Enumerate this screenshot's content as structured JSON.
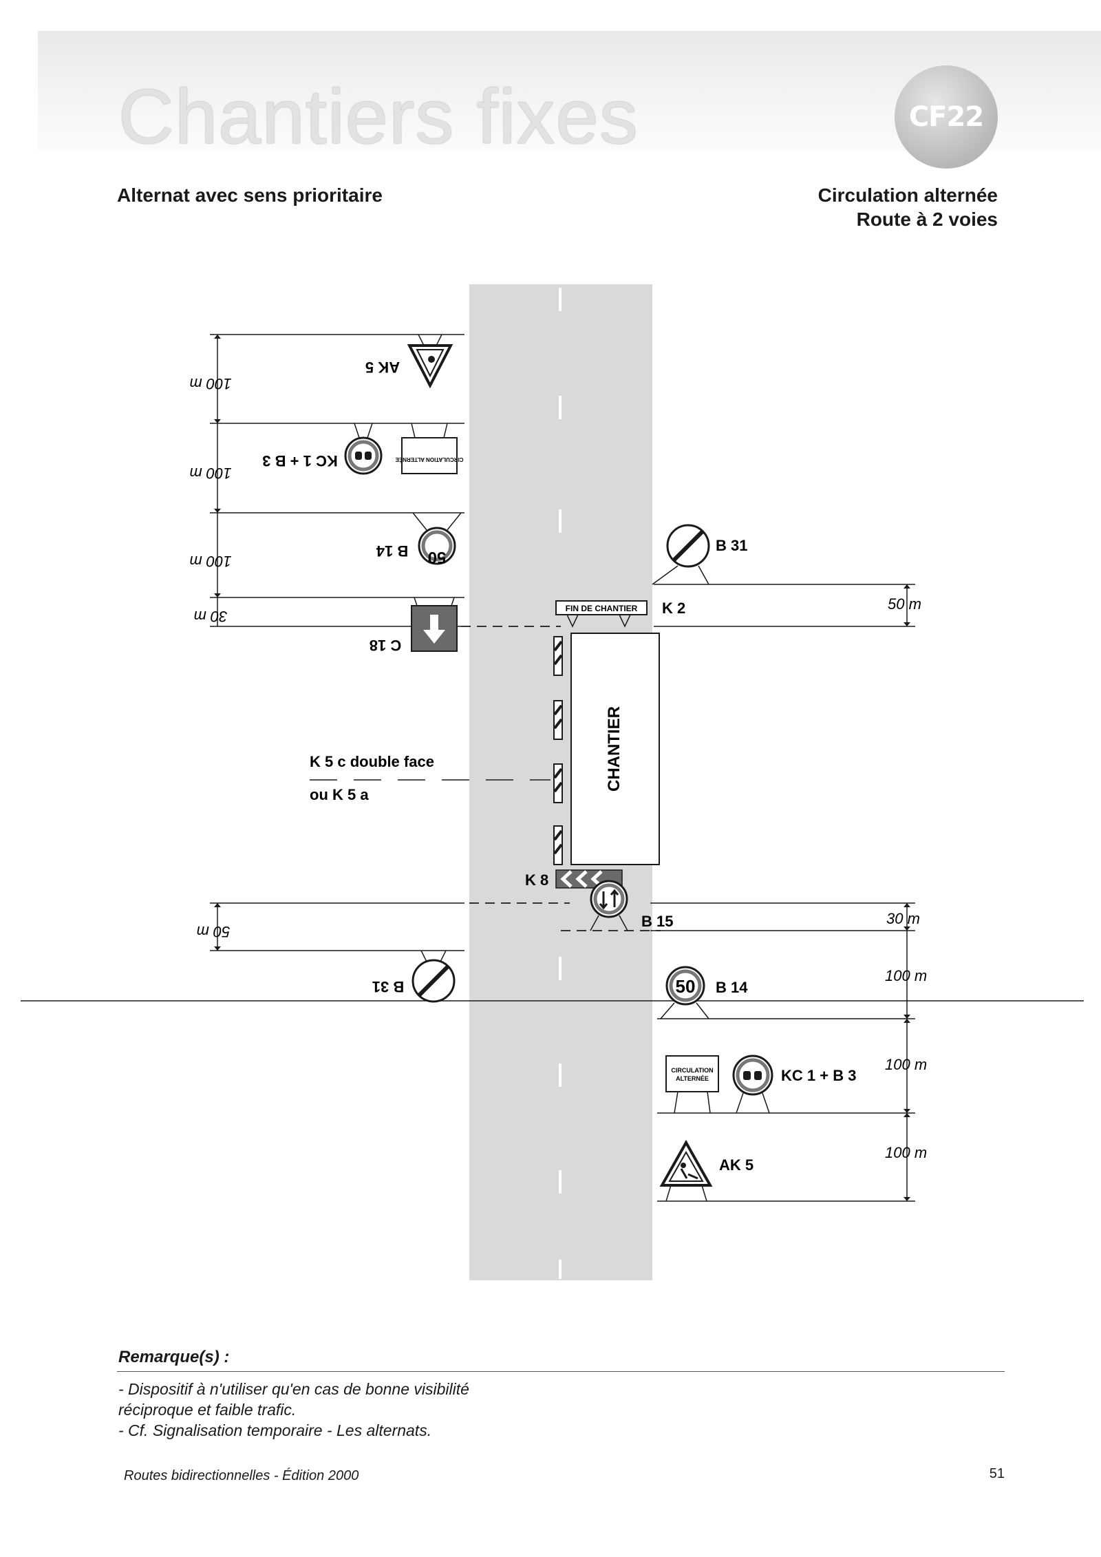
{
  "header": {
    "title": "Chantiers fixes",
    "badge": "CF22",
    "left_subtitle": "Alternat avec sens prioritaire",
    "right_subtitle_1": "Circulation alternée",
    "right_subtitle_2": "Route à 2 voies"
  },
  "diagram": {
    "worksite_label": "CHANTIER",
    "left_note_1": "K 5 c double face",
    "left_note_2": "ou K 5 a",
    "left_side": {
      "distances": [
        "100 m",
        "100 m",
        "100 m",
        "30 m",
        "50 m"
      ],
      "signs": {
        "ak5": "AK 5",
        "kc1b3": "KC 1 + B 3",
        "b14": "B 14",
        "c18": "C 18",
        "b31": "B 31",
        "board": "CIRCULATION ALTERNÉE",
        "speed": "50"
      }
    },
    "right_side": {
      "distances": [
        "50 m",
        "30 m",
        "100 m",
        "100 m",
        "100 m"
      ],
      "signs": {
        "b31": "B 31",
        "k2": "K 2",
        "k2_board": "FIN DE CHANTIER",
        "k8": "K 8",
        "b15": "B 15",
        "b14": "B 14",
        "speed": "50",
        "kc1b3": "KC 1 + B 3",
        "board_1": "CIRCULATION",
        "board_2": "ALTERNÉE",
        "ak5": "AK 5"
      }
    }
  },
  "remarks": {
    "heading": "Remarque(s) :",
    "lines": [
      "- Dispositif à n'utiliser qu'en cas de bonne visibilité",
      "réciproque et faible trafic.",
      "- Cf. Signalisation temporaire - Les alternats."
    ]
  },
  "footer": {
    "left": "Routes bidirectionnelles - Édition 2000",
    "page": "51"
  },
  "colors": {
    "road": "#d9d9d9",
    "ink": "#1a1a1a",
    "sign_grey": "#6a6a6a"
  }
}
